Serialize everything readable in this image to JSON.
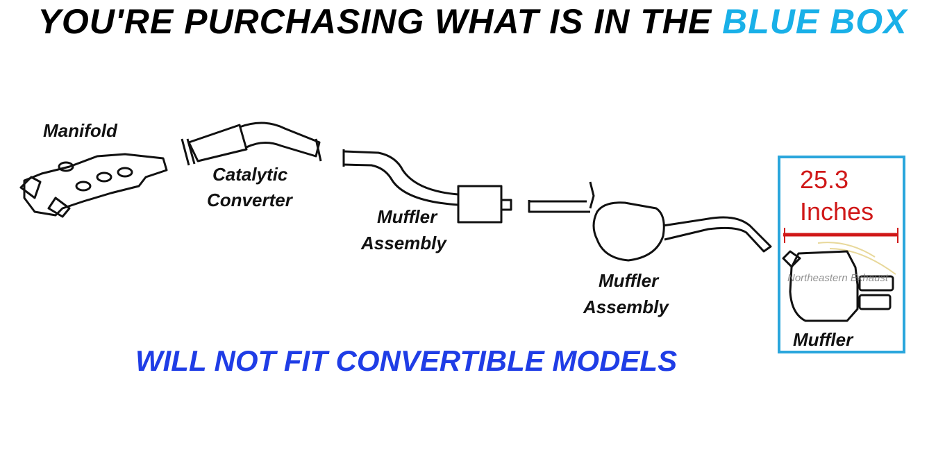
{
  "headline": {
    "prefix": "YOU'RE PURCHASING WHAT IS IN THE ",
    "highlight": "BLUE BOX"
  },
  "labels": {
    "manifold": "Manifold",
    "catalytic_line1": "Catalytic",
    "catalytic_line2": "Converter",
    "muffler_assembly_1_line1": "Muffler",
    "muffler_assembly_1_line2": "Assembly",
    "muffler_assembly_2_line1": "Muffler",
    "muffler_assembly_2_line2": "Assembly",
    "muffler": "Muffler"
  },
  "dimension": {
    "value": "25.3",
    "unit": "Inches"
  },
  "watermark": "Northeastern Exhaust",
  "warning": "WILL NOT FIT CONVERTIBLE MODELS",
  "colors": {
    "highlight": "#19b0e8",
    "box_border": "#2aa6dc",
    "dimension": "#d01818",
    "warning": "#1f3de6"
  }
}
